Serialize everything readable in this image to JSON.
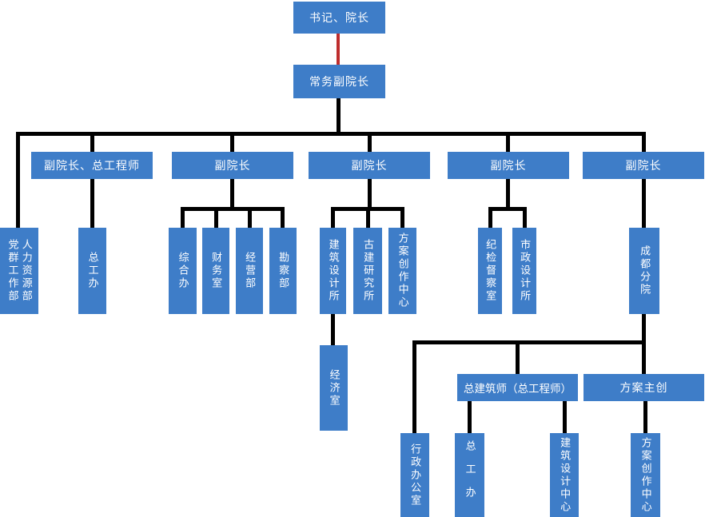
{
  "diagram": {
    "type": "org-chart",
    "background": "#FFFFFF",
    "colors": {
      "node_fill": "#3E7DC8",
      "node_text": "#FFFFFF",
      "connector": "#000000",
      "connector_special": "#BE2D2D"
    },
    "nodes": {
      "president": {
        "label": "书记、院长"
      },
      "exec_vice_president": {
        "label": "常务副院长"
      },
      "vp_chief_engineer": {
        "label": "副院长、总工程师"
      },
      "vp_2": {
        "label": "副院长"
      },
      "vp_3": {
        "label": "副院长"
      },
      "vp_4": {
        "label": "副院长"
      },
      "vp_5": {
        "label": "副院长"
      },
      "party_mass_dept": {
        "label": "党群工作部"
      },
      "hr_dept": {
        "label": "人力资源部"
      },
      "chief_engineer_office": {
        "label": "总工办"
      },
      "general_affairs_office": {
        "label": "综合办"
      },
      "finance_office": {
        "label": "财务室"
      },
      "business_dept": {
        "label": "经营部"
      },
      "survey_dept": {
        "label": "勘察部"
      },
      "arch_design_institute": {
        "label": "建筑设计所"
      },
      "ancient_arch_institute": {
        "label": "古建研究所"
      },
      "scheme_creation_center": {
        "label": "方案创作中心"
      },
      "discipline_inspection_office": {
        "label": "纪检督察室"
      },
      "municipal_design_institute": {
        "label": "市政设计所"
      },
      "chengdu_branch": {
        "label": "成都分院"
      },
      "economy_office": {
        "label": "经济室"
      },
      "admin_office": {
        "label": "行政办公室"
      },
      "cd_chief_architect": {
        "label": "总建筑师（总工程师）"
      },
      "cd_scheme_lead": {
        "label": "方案主创"
      },
      "cd_chief_engineer_office": {
        "label": "总工办"
      },
      "cd_arch_design_center": {
        "label": "建筑设计中心"
      },
      "cd_scheme_creation_center": {
        "label": "方案创作中心"
      }
    }
  }
}
